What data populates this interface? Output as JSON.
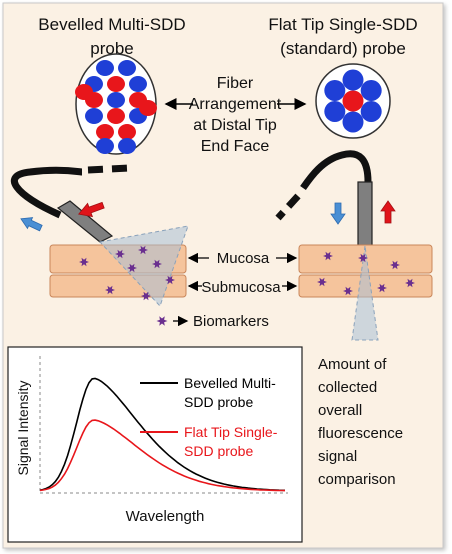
{
  "probes": {
    "left_title_line1": "Bevelled Multi-SDD",
    "left_title_line2": "probe",
    "right_title_line1": "Flat Tip Single-SDD",
    "right_title_line2": "(standard) probe",
    "center_label": [
      "Fiber",
      "Arrangement",
      "at Distal Tip",
      "End Face"
    ]
  },
  "tissue": {
    "mucosa_label": "Mucosa",
    "submucosa_label": "Submucosa",
    "biomarkers_label": "Biomarkers"
  },
  "colors": {
    "background": "#fbf1e4",
    "tissue": "#f5c49c",
    "tissue_stroke": "#c9865a",
    "fiber_blue": "#1f3fd6",
    "fiber_red": "#e8161b",
    "arrow_blue": "#4a8fd4",
    "arrow_red": "#e0141a",
    "biomarker": "#6a2f8f",
    "cone": "#a9bfd6",
    "series_black": "#000000",
    "series_red": "#e8161b"
  },
  "chart_data": {
    "type": "line",
    "xlabel": "Wavelength",
    "ylabel": "Signal  Intensity",
    "grid": false,
    "series": [
      {
        "name": "Bevelled Multi-SDD probe",
        "color": "#000000",
        "peak": 1.0
      },
      {
        "name": "Flat Tip Single-SDD probe",
        "color": "#e8161b",
        "peak": 0.63
      }
    ],
    "legend_lines": {
      "black": [
        "Bevelled Multi-",
        "SDD probe"
      ],
      "red": [
        "Flat Tip Single-",
        "SDD probe"
      ]
    }
  },
  "caption": [
    "Amount of",
    "collected",
    "overall",
    "fluorescence",
    "signal",
    "comparison"
  ]
}
